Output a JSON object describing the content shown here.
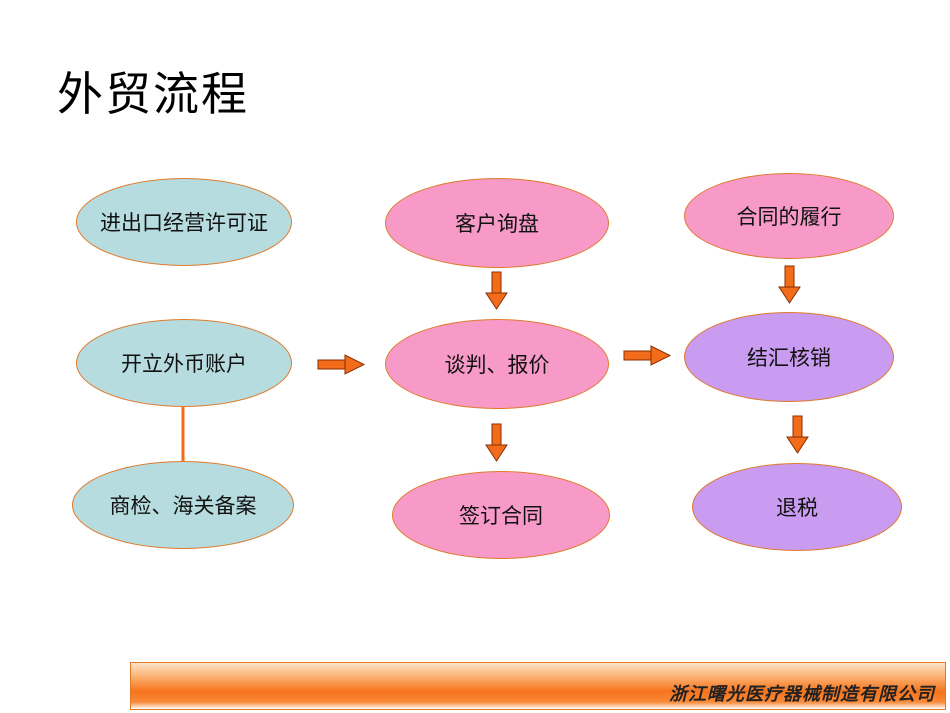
{
  "title": "外贸流程",
  "left_column": [
    "进出口经营许可证",
    "开立外币账户",
    "商检、海关备案"
  ],
  "middle_column": [
    "客户询盘",
    "谈判、报价",
    "签订合同"
  ],
  "right_column": [
    "合同的履行",
    "结汇核销",
    "退税"
  ],
  "footer": "浙江曙光医疗器械制造有限公司",
  "colors": {
    "teal": "#b6dcdf",
    "pink": "#f79ac8",
    "purple": "#c99bf1",
    "border": "#e07a2a",
    "arrow": "#f26c1a"
  }
}
